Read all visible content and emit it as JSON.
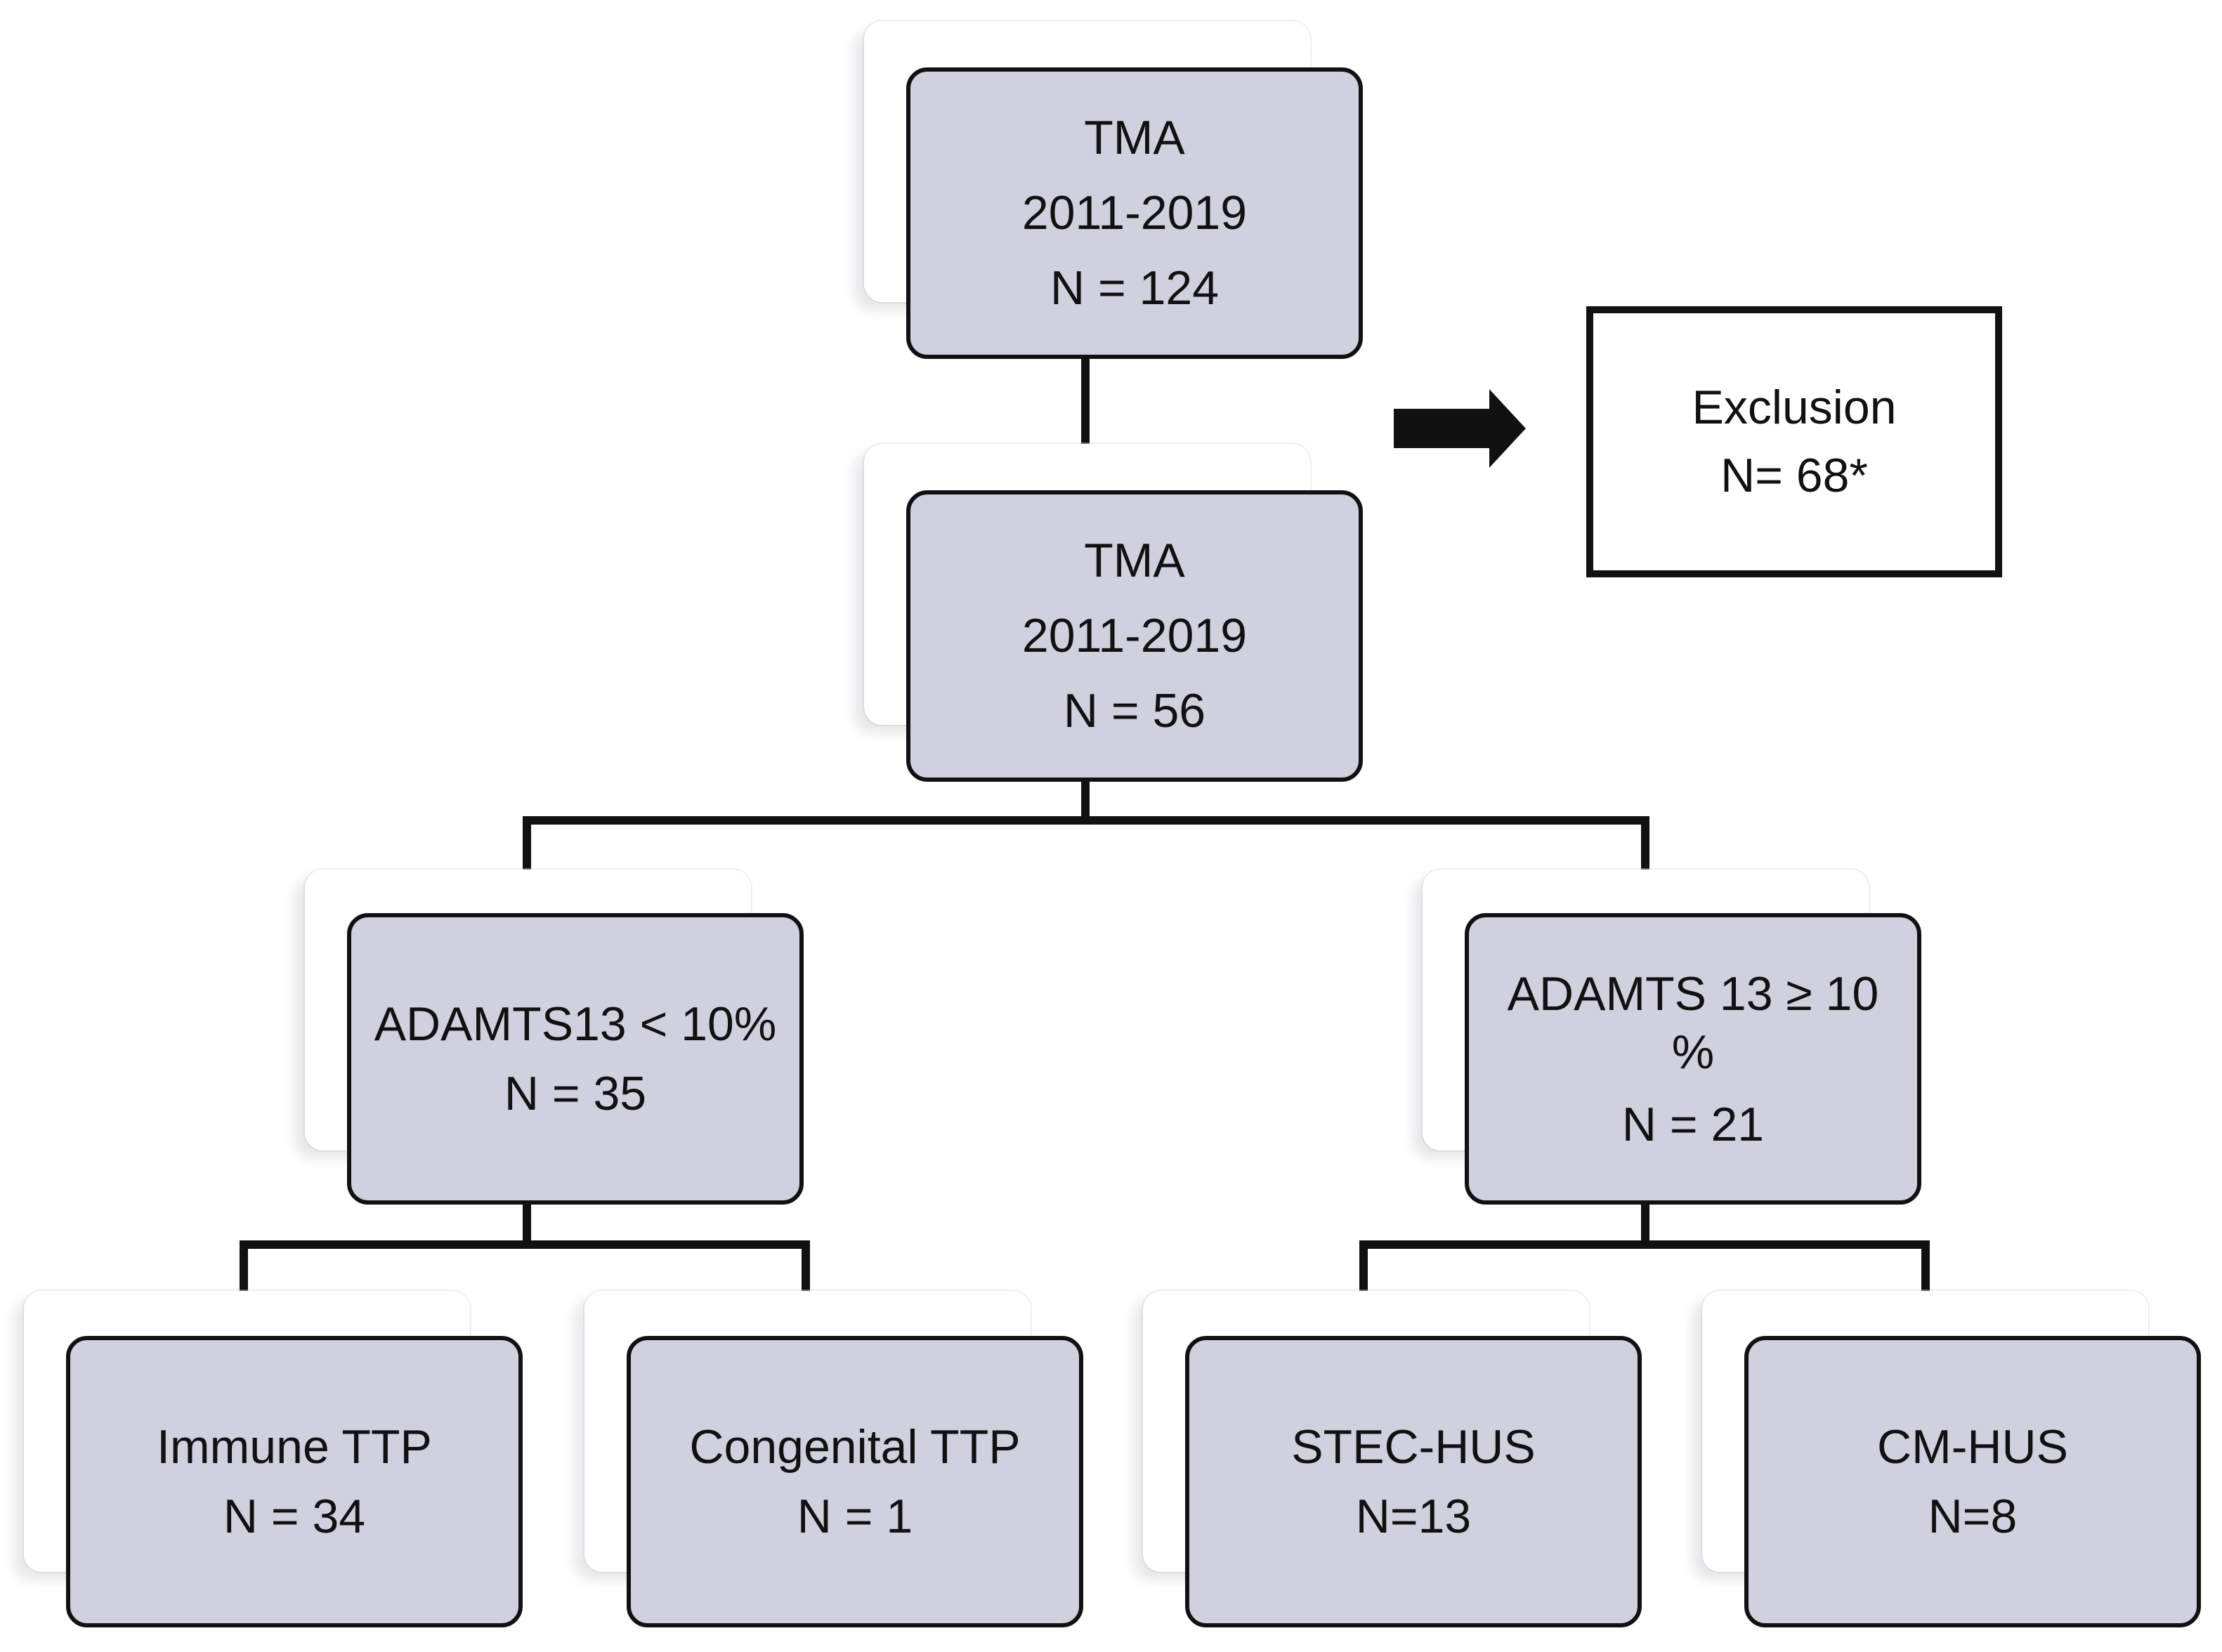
{
  "nodes": {
    "tma_all": {
      "title": "TMA",
      "years": "2011-2019",
      "count": "N = 124"
    },
    "tma_included": {
      "title": "TMA",
      "years": "2011-2019",
      "count": "N = 56"
    },
    "exclusion": {
      "title": "Exclusion",
      "count": "N= 68*"
    },
    "adamts_low": {
      "title": "ADAMTS13 < 10%",
      "count": "N = 35"
    },
    "adamts_high": {
      "title": "ADAMTS 13 ≥ 10 %",
      "count": "N = 21"
    },
    "immune_ttp": {
      "title": "Immune TTP",
      "count": "N = 34"
    },
    "congenital_ttp": {
      "title": "Congenital TTP",
      "count": "N = 1"
    },
    "stec_hus": {
      "title": "STEC-HUS",
      "count": "N=13"
    },
    "cm_hus": {
      "title": "CM-HUS",
      "count": "N=8"
    }
  },
  "style": {
    "node_fill": "#d0d0de",
    "border": "#111111",
    "connector": "#111111",
    "background": "#ffffff"
  }
}
